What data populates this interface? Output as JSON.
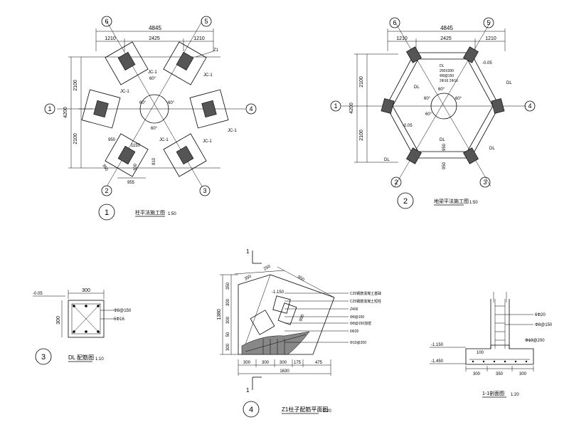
{
  "plan1": {
    "dims_top": [
      "4845",
      "1210",
      "2425",
      "1210"
    ],
    "dims_left": [
      "2100",
      "4200",
      "2100"
    ],
    "axes": [
      "1",
      "2",
      "3",
      "4",
      "5",
      "6"
    ],
    "angles": [
      "60°",
      "60°",
      "60°",
      "60°"
    ],
    "labels": [
      "Z1",
      "JC-1",
      "JC-1",
      "JC-1",
      "JC-1",
      "JC-1",
      "JC-1"
    ],
    "detail_dims": [
      "950",
      "1150",
      "950",
      "300",
      "810",
      "955"
    ],
    "title": "柱平法施工图",
    "scale": "1:50",
    "num": "1"
  },
  "plan2": {
    "dims_top": [
      "4845",
      "1210",
      "2425",
      "1210"
    ],
    "dims_left": [
      "2100",
      "4200",
      "2100"
    ],
    "axes": [
      "1",
      "2",
      "3",
      "4",
      "5",
      "6"
    ],
    "levels": [
      "-0.05",
      "-0.05"
    ],
    "labels": [
      "DL",
      "DL",
      "DL",
      "DL",
      "DL"
    ],
    "beam_note": [
      "DL",
      "200X300",
      "Φ8@150",
      "2Φ16 2Φ16"
    ],
    "angles": [
      "60°",
      "60°",
      "60°",
      "60°"
    ],
    "dims_inner": [
      "950",
      "950"
    ],
    "title": "地梁平法施工图",
    "scale": "1:50",
    "num": "2"
  },
  "detail3": {
    "level": "-0.05",
    "width": "300",
    "height": "300",
    "rebar": [
      "Φ8@150",
      "6Φ16"
    ],
    "title": "DL 配筋图",
    "scale": "1:10",
    "num": "3"
  },
  "detail4": {
    "section_mark": "1",
    "dims_top": [
      "350",
      "250",
      "950"
    ],
    "dims_left": [
      "350",
      "300",
      "300",
      "1380",
      "50",
      "300"
    ],
    "dims_bottom": [
      "300",
      "300",
      "300",
      "175",
      "475",
      "1630"
    ],
    "level": "-1.150",
    "notes": [
      "C25钢筋混凝土基础",
      "C25钢筋混凝土短柱",
      "Z400",
      "Φ8@150",
      "Φ8@150加密",
      "6Φ20",
      "Φ10@200"
    ],
    "dim_diag": "950",
    "title": "Z1柱子配筋平面图",
    "scale": "1:20",
    "num": "4"
  },
  "section": {
    "levels": [
      "-1.150",
      "-1.450"
    ],
    "notes": [
      "6Φ20",
      "Φ8@150",
      "Φ10@200"
    ],
    "dims_bottom": [
      "300",
      "350",
      "300"
    ],
    "dim_inner": "100",
    "title": "1-1剖面图",
    "scale": "1:20"
  }
}
